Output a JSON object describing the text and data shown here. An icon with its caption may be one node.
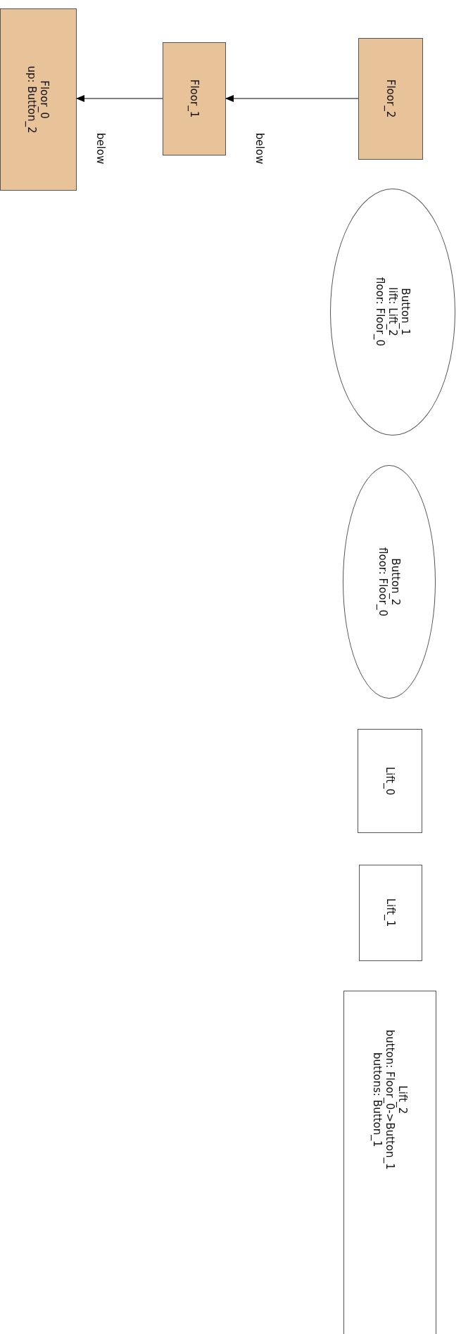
{
  "diagram": {
    "nodes": [
      {
        "text": [
          "Floor_0",
          "up: Button_2"
        ]
      },
      {
        "text": [
          "Floor_1"
        ]
      },
      {
        "text": [
          "Floor_2"
        ]
      },
      {
        "text": [
          "Button_1",
          "lift: Lift_2",
          "floor: Floor_0"
        ]
      },
      {
        "text": [
          "Button_2",
          "floor: Floor_0"
        ]
      },
      {
        "text": [
          "Lift_0"
        ]
      },
      {
        "text": [
          "Lift_1"
        ]
      },
      {
        "text": [
          "Lift_2",
          "button: Floor_0->Button_1",
          "buttons: Button_1"
        ]
      }
    ],
    "edges": [
      {
        "from": 2,
        "to": 1,
        "arrow": "to",
        "label": "below"
      },
      {
        "from": 1,
        "to": 0,
        "arrow": "to",
        "label": "below"
      }
    ]
  }
}
